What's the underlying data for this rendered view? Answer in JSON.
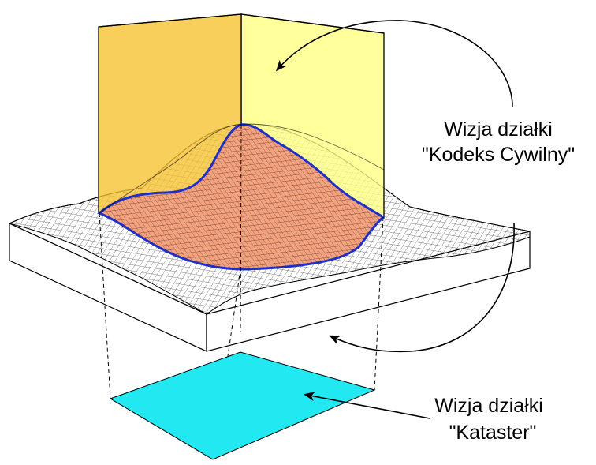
{
  "labels": {
    "kodeks_line1": "Wizja działki",
    "kodeks_line2": "\"Kodeks Cywilny\"",
    "kataster_line1": "Wizja działki",
    "kataster_line2": "\"Kataster\""
  },
  "colors": {
    "prism_front": "#f7c22e",
    "prism_side": "#ffff7f",
    "parcel_surface": "#f4a27e",
    "boundary": "#1f2fc8",
    "cadastral_plot": "#22e8f2",
    "mesh": "#000000",
    "block_fill": "#ffffff"
  }
}
